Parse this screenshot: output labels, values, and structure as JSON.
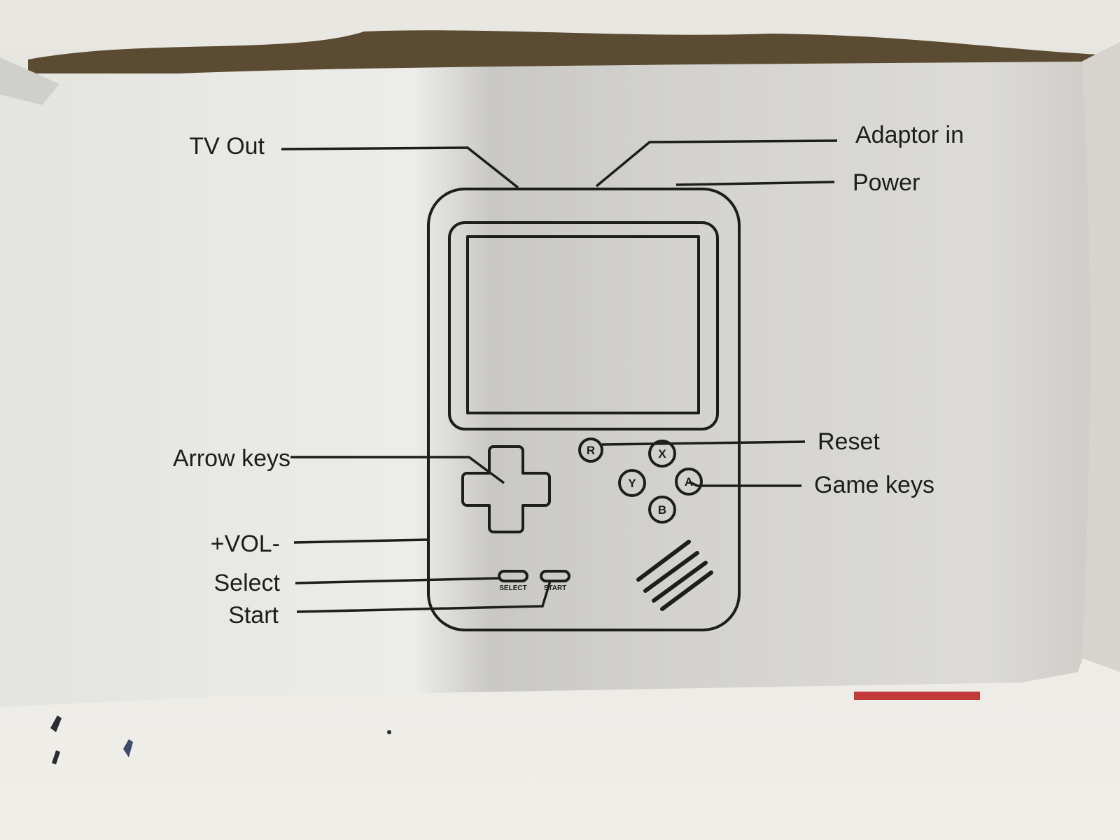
{
  "labels": {
    "tv_out": "TV Out",
    "adaptor_in": "Adaptor in",
    "power": "Power",
    "arrow_keys": "Arrow keys",
    "reset": "Reset",
    "game_keys": "Game keys",
    "vol": "+VOL-",
    "select": "Select",
    "start": "Start"
  },
  "device": {
    "buttons": {
      "reset": "R",
      "x": "X",
      "y": "Y",
      "a": "A",
      "b": "B"
    },
    "small_labels": {
      "select": "SELECT",
      "start": "START"
    }
  },
  "colors": {
    "box_face": "#e8e8e4",
    "box_inside": "#5a4a33",
    "desk": "#eae8e3",
    "ink": "#1d1d1d"
  }
}
